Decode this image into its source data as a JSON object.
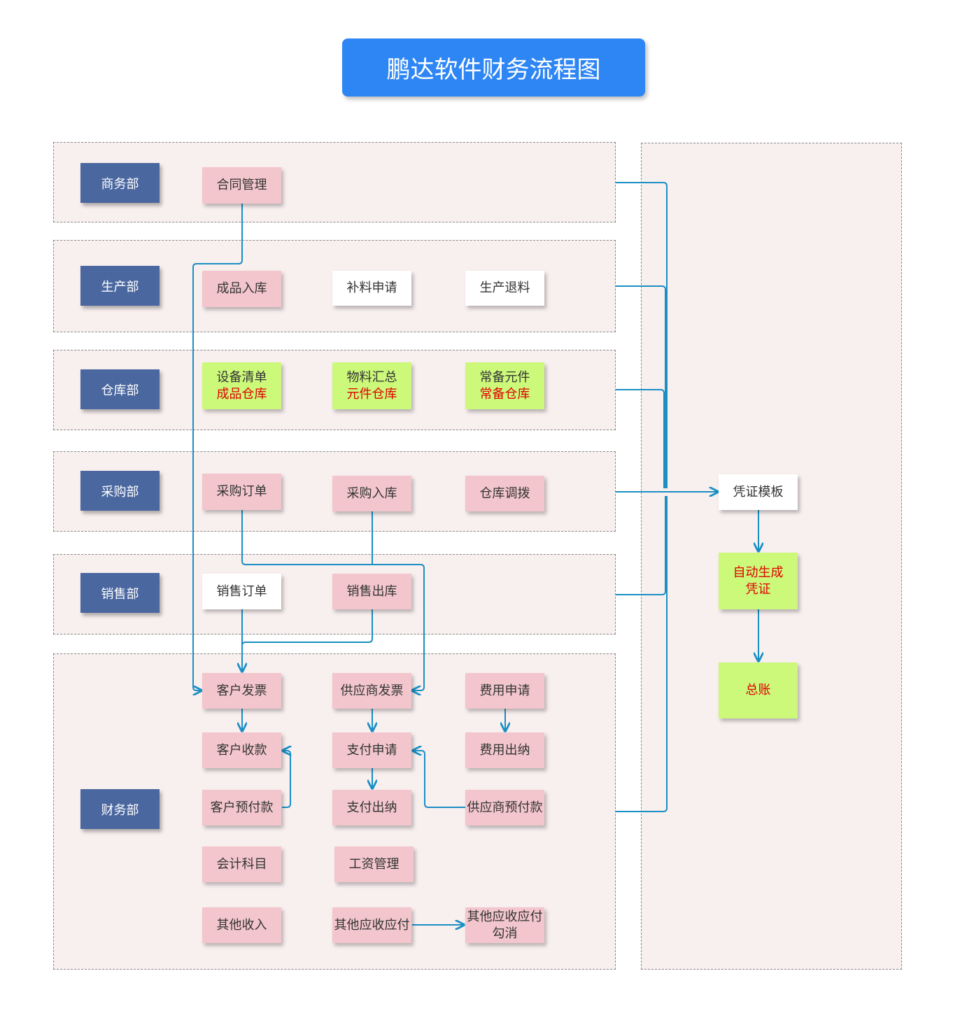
{
  "title": "鹏达软件财务流程图",
  "departments": {
    "business": "商务部",
    "production": "生产部",
    "warehouse": "仓库部",
    "purchase": "采购部",
    "sales": "销售部",
    "finance": "财务部"
  },
  "nodes": {
    "contract_mgmt": "合同管理",
    "finished_in": "成品入库",
    "material_supplement": "补料申请",
    "production_return": "生产退料",
    "equipment_list": "设备清单",
    "finished_warehouse": "成品仓库",
    "material_summary": "物料汇总",
    "component_warehouse": "元件仓库",
    "standby_component": "常备元件",
    "standby_warehouse": "常备仓库",
    "purchase_order": "采购订单",
    "purchase_in": "采购入库",
    "warehouse_transfer": "仓库调拨",
    "sales_order": "销售订单",
    "sales_out": "销售出库",
    "customer_invoice": "客户发票",
    "supplier_invoice": "供应商发票",
    "expense_apply": "费用申请",
    "customer_receipt": "客户收款",
    "payment_apply": "支付申请",
    "expense_cashier": "费用出纳",
    "customer_prepay": "客户预付款",
    "payment_cashier": "支付出纳",
    "supplier_prepay": "供应商预付款",
    "accounting_subject": "会计科目",
    "salary_mgmt": "工资管理",
    "other_income": "其他收入",
    "other_ar_ap": "其他应收应付",
    "other_ar_ap_writeoff_1": "其他应收应付",
    "other_ar_ap_writeoff_2": "勾消",
    "voucher_template": "凭证模板",
    "auto_voucher_1": "自动生成",
    "auto_voucher_2": "凭证",
    "general_ledger": "总账"
  },
  "colors": {
    "title_bg": "#2e86f5",
    "dept_bg": "#4a67a0",
    "node_pink": "#f2c6cc",
    "node_green": "#ccf97a",
    "lane_bg": "#f8efef",
    "connector": "#1a8fc4",
    "red_text": "#e00000"
  }
}
